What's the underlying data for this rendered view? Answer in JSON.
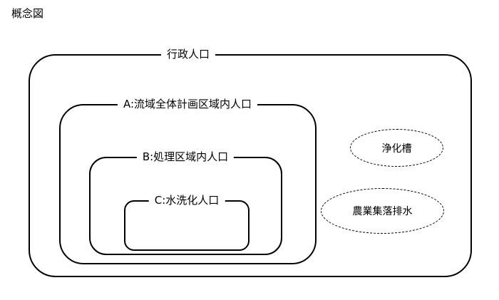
{
  "page_title": "概念図",
  "nested_regions": {
    "administrative": {
      "label": "行政人口"
    },
    "basin_plan": {
      "label": "A:流域全体計画区域内人口"
    },
    "treatment_area": {
      "label": "B:処理区域内人口"
    },
    "flush_toilet": {
      "label": "C:水洗化人口"
    }
  },
  "separate_systems": {
    "septic_tank": {
      "label": "浄化槽"
    },
    "rural_drainage": {
      "label": "農業集落排水"
    }
  }
}
